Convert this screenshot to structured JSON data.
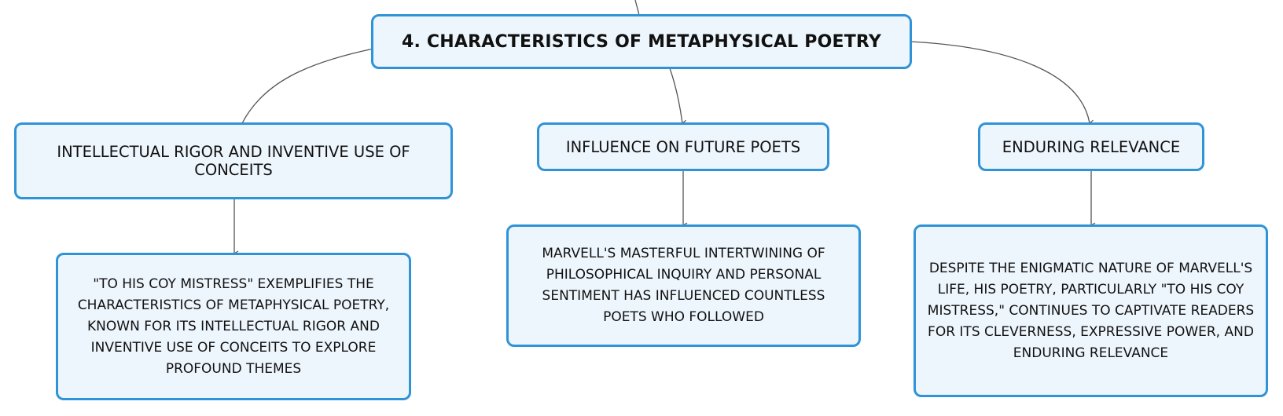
{
  "diagram": {
    "root": {
      "label": "4. CHARACTERISTICS OF METAPHYSICAL POETRY"
    },
    "branches": [
      {
        "label": "INTELLECTUAL RIGOR AND INVENTIVE USE OF CONCEITS",
        "detail": "\"TO HIS COY MISTRESS\" EXEMPLIFIES THE CHARACTERISTICS OF METAPHYSICAL POETRY, KNOWN FOR ITS INTELLECTUAL RIGOR AND INVENTIVE USE OF CONCEITS TO EXPLORE PROFOUND THEMES"
      },
      {
        "label": "INFLUENCE ON FUTURE POETS",
        "detail": "MARVELL'S MASTERFUL INTERTWINING OF PHILOSOPHICAL INQUIRY AND PERSONAL SENTIMENT HAS INFLUENCED COUNTLESS POETS WHO FOLLOWED"
      },
      {
        "label": "ENDURING RELEVANCE",
        "detail": "DESPITE THE ENIGMATIC NATURE OF MARVELL'S LIFE, HIS POETRY, PARTICULARLY \"TO HIS COY MISTRESS,\" CONTINUES TO CAPTIVATE READERS FOR ITS CLEVERNESS, EXPRESSIVE POWER, AND ENDURING RELEVANCE"
      }
    ],
    "colors": {
      "node_border": "#2f93d8",
      "node_fill": "#eef6fd",
      "connector": "#555555",
      "text": "#111111"
    }
  }
}
